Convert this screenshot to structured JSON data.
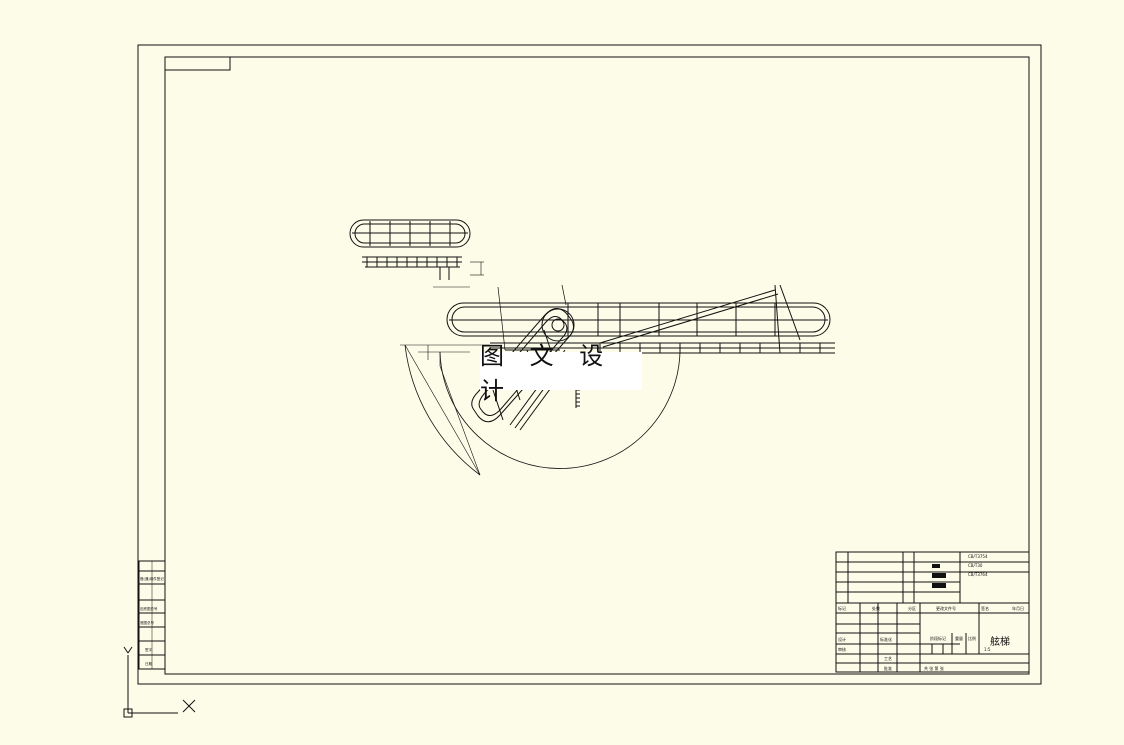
{
  "watermark": {
    "text": "图 文 设 计"
  },
  "title_block": {
    "drawing_name": "舷梯",
    "scale_value": "1:5",
    "code_1": "CB/T3754",
    "code_2": "CB/T30",
    "code_3": "CB/T3764",
    "header_labels": [
      "标记",
      "处数",
      "分区",
      "更改文件号",
      "签名",
      "年月日"
    ],
    "designer_label": "设计",
    "standard_label": "标准化",
    "stage_label": "阶段标记",
    "weight_label": "重量",
    "scale_label": "比例",
    "review_label": "审核",
    "process_label": "工艺",
    "approve_label": "批准",
    "sheet_label": "共 张 第 张"
  },
  "side_column": {
    "labels": [
      "借(通)用件登记",
      "旧底图总号",
      "底图总号",
      "签字",
      "日期"
    ]
  },
  "colors": {
    "line": "#111111",
    "paper": "#fdfce8"
  }
}
